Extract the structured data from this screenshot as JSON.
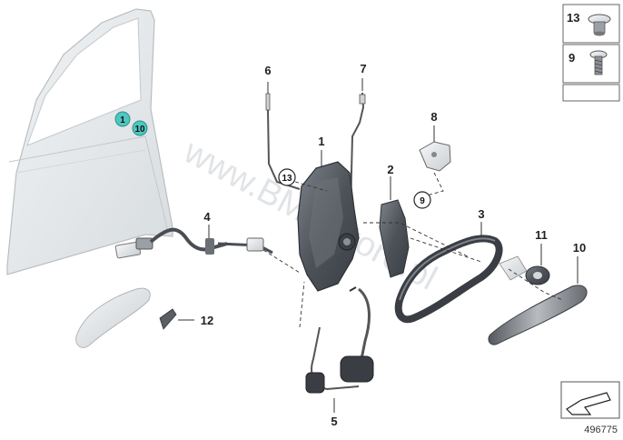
{
  "callouts": {
    "c1": "1",
    "c2": "2",
    "c3": "3",
    "c4": "4",
    "c5": "5",
    "c6": "6",
    "c7": "7",
    "c8": "8",
    "c10": "10",
    "c11": "11",
    "c12": "12"
  },
  "circled": {
    "door1": "1",
    "door10": "10",
    "screw13": "13",
    "screw9": "9"
  },
  "legend": {
    "item13": "13",
    "item9": "9"
  },
  "watermark": "www.BMWstore.pl",
  "diagram_number": "496775",
  "colors": {
    "highlight": "#4fc7c0",
    "part_dark": "#5a5f66",
    "part_light": "#dfe3e6",
    "line": "#333333"
  }
}
